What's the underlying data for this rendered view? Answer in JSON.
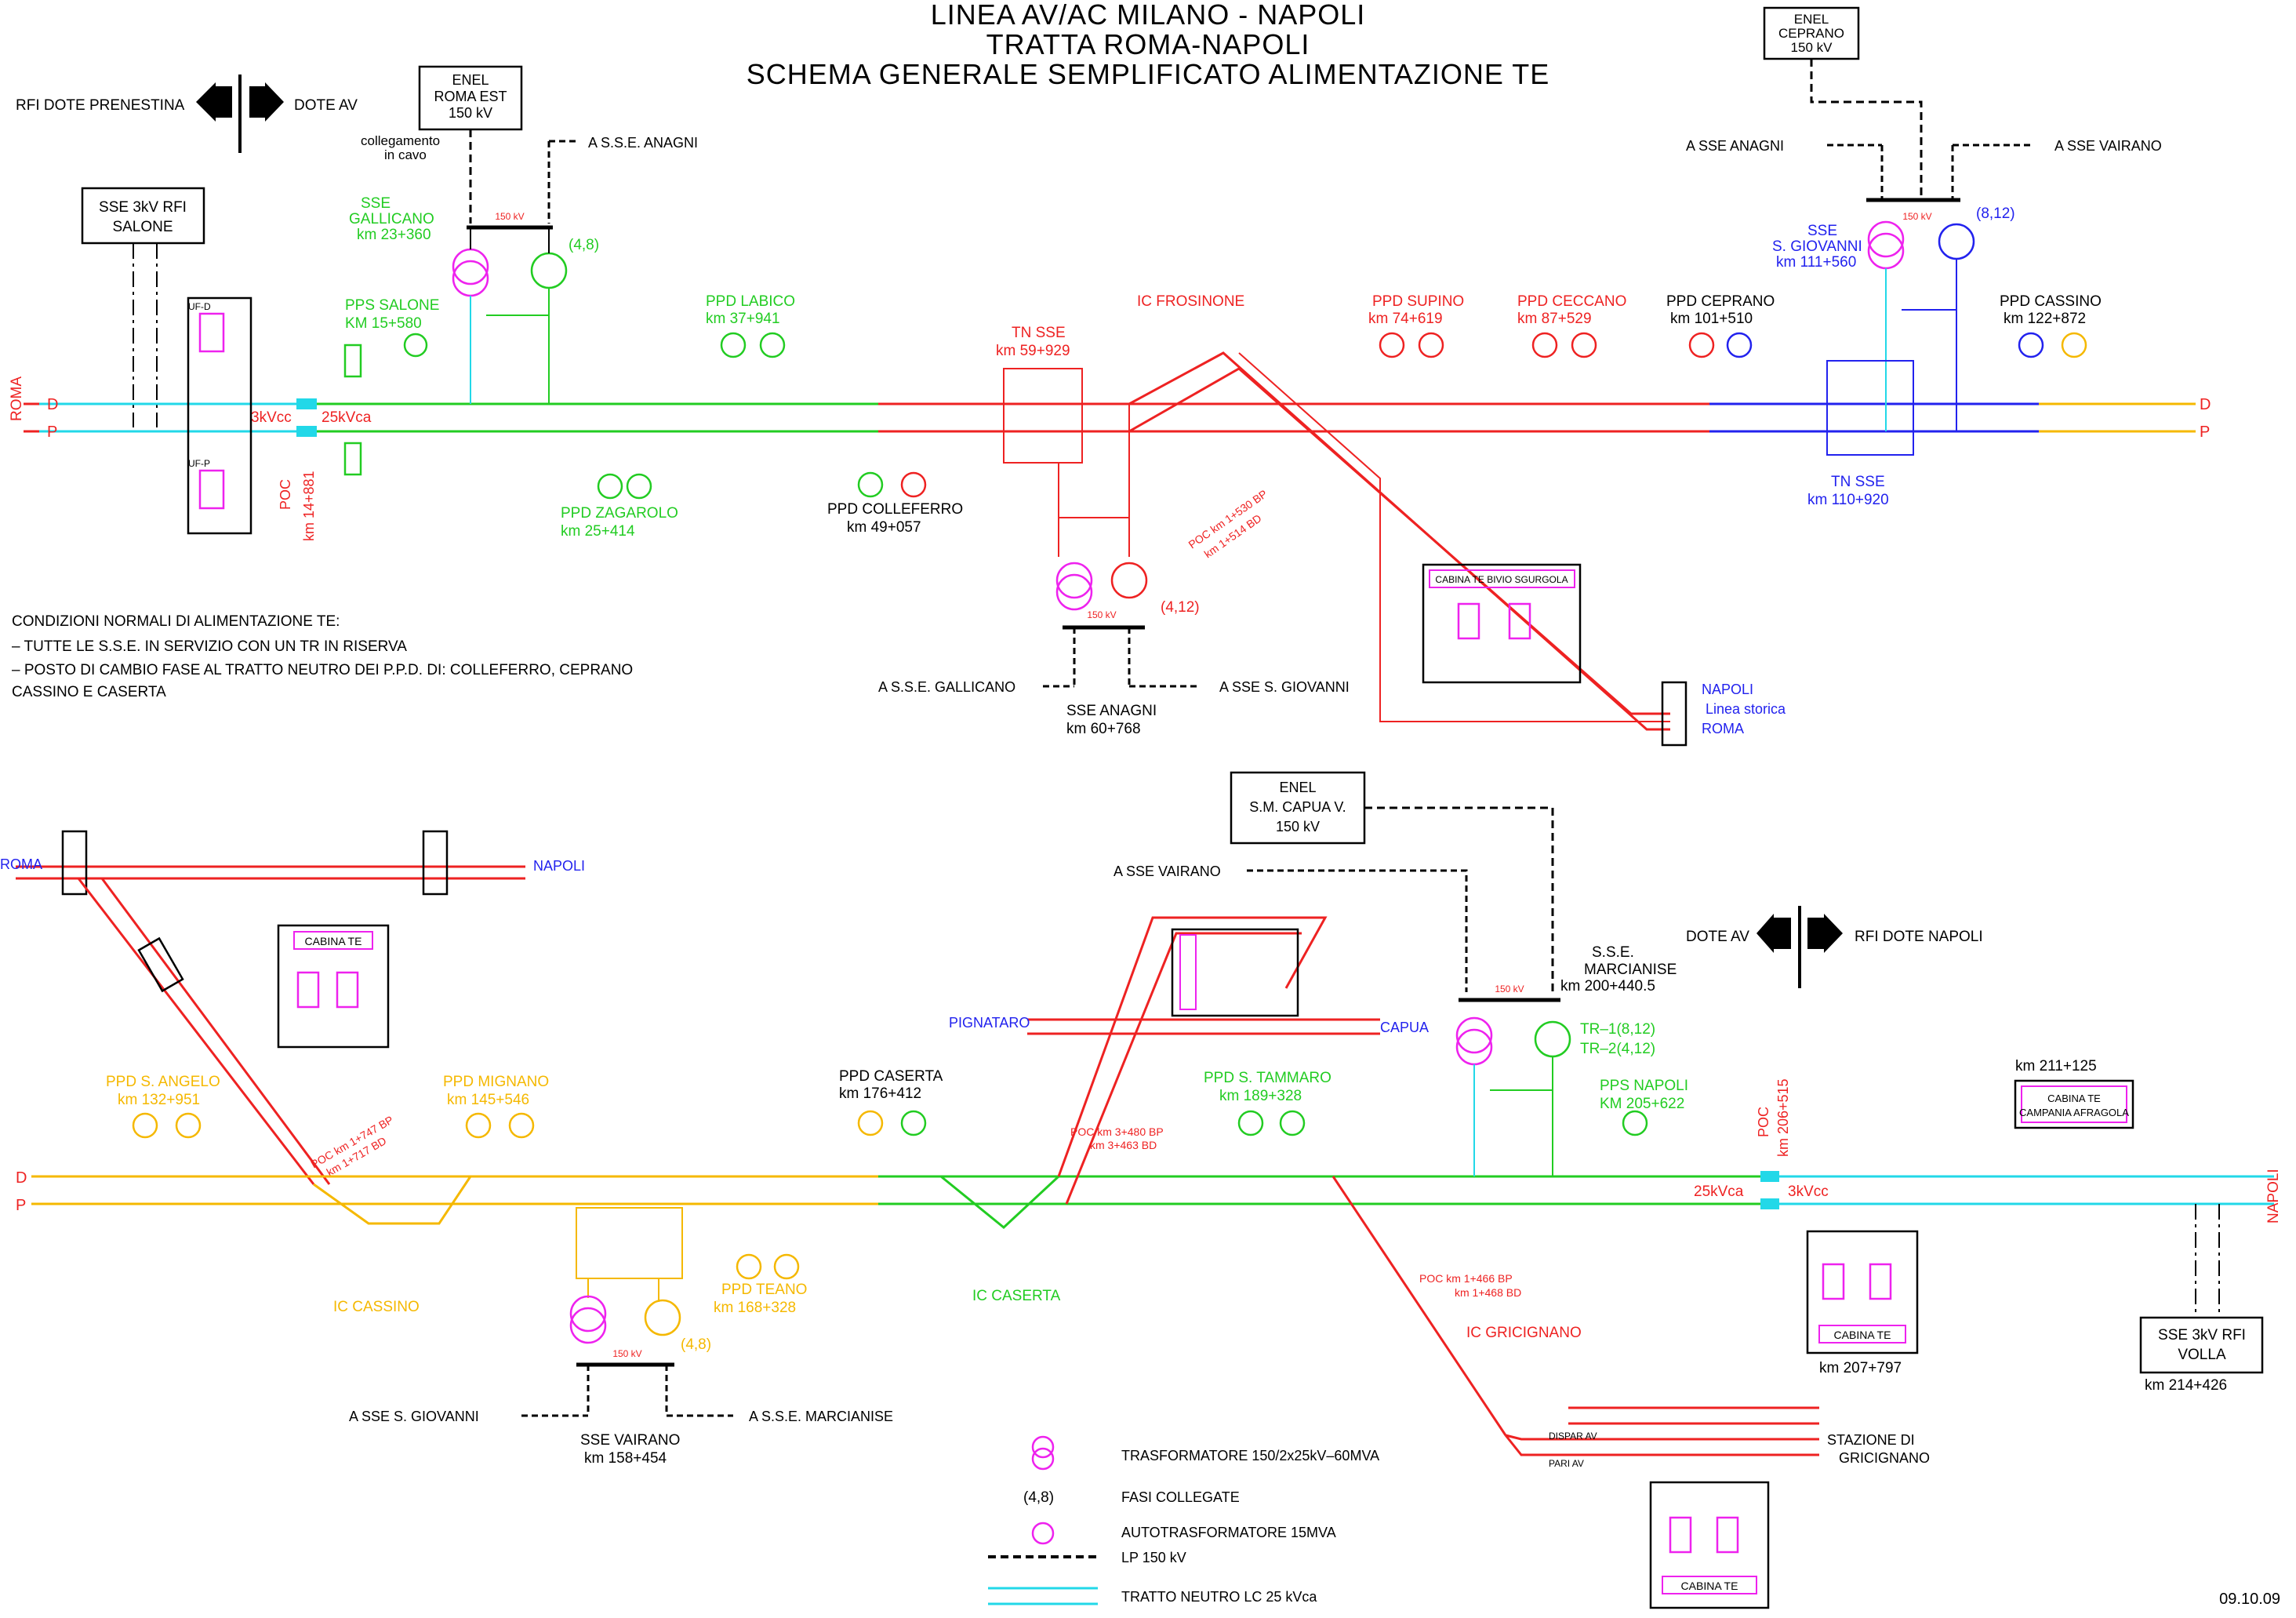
{
  "title": {
    "line1": "LINEA AV/AC MILANO - NAPOLI",
    "line2": "TRATTA ROMA-NAPOLI",
    "line3": "SCHEMA GENERALE SEMPLIFICATO ALIMENTAZIONE TE"
  },
  "date": "09.10.09",
  "colors": {
    "green": "#22cc22",
    "red": "#ee2222",
    "blue": "#2222ee",
    "cyan": "#22d8e8",
    "orange": "#f5b800",
    "magenta": "#ee22ee",
    "black": "#000000"
  },
  "direction_top": {
    "left": "RFI DOTE PRENESTINA",
    "right": "DOTE AV"
  },
  "direction_bottom": {
    "left": "DOTE AV",
    "right": "RFI DOTE NAPOLI"
  },
  "enel": {
    "roma_est": [
      "ENEL",
      "ROMA EST",
      "150 kV"
    ],
    "ceprano": [
      "ENEL",
      "CEPRANO",
      "150 kV"
    ],
    "capua": [
      "ENEL",
      "S.M. CAPUA V.",
      "150 kV"
    ]
  },
  "sse_salone": [
    "SSE 3kV RFI",
    "SALONE"
  ],
  "sse_volla": [
    "SSE 3kV RFI",
    "VOLLA"
  ],
  "volla_km": "km 214+426",
  "track_labels": {
    "d": "D",
    "p": "P",
    "roma": "ROMA",
    "napoli": "NAPOLI"
  },
  "voltages": {
    "v3kvcc": "3kVcc",
    "v25kvca": "25kVca",
    "v25kvca_b": "25kVca",
    "v3kvcc_b": "3kVcc",
    "kv150": "150 kV"
  },
  "labels_top": {
    "collegamento": [
      "collegamento",
      "in cavo"
    ],
    "a_sse_anagni_1": "A S.S.E. ANAGNI",
    "a_sse_anagni_2": "A SSE ANAGNI",
    "a_sse_vairano_1": "A SSE VAIRANO",
    "sse_gallicano": [
      "SSE",
      "GALLICANO",
      "km 23+360"
    ],
    "pps_salone": [
      "PPS SALONE",
      "KM 15+580"
    ],
    "ppd_zagarolo": [
      "PPD ZAGAROLO",
      "km 25+414"
    ],
    "ppd_labico": [
      "PPD LABICO",
      "km 37+941"
    ],
    "ppd_colleferro": [
      "PPD COLLEFERRO",
      "km 49+057"
    ],
    "tn_sse": [
      "TN SSE",
      "km 59+929"
    ],
    "ic_frosinone": "IC FROSINONE",
    "ppd_supino": [
      "PPD SUPINO",
      "km 74+619"
    ],
    "ppd_ceccano": [
      "PPD CECCANO",
      "km 87+529"
    ],
    "ppd_ceprano": [
      "PPD CEPRANO",
      "km 101+510"
    ],
    "sse_sgiovanni": [
      "SSE",
      "S. GIOVANNI",
      "km 111+560"
    ],
    "ppd_cassino": [
      "PPD CASSINO",
      "km 122+872"
    ],
    "tn_sse_2": [
      "TN SSE",
      "km 110+920"
    ],
    "poc_top": [
      "POC",
      "km 14+881"
    ],
    "poc_frosinone": [
      "POC km 1+530 BP",
      "km 1+514 BD"
    ],
    "sse_anagni": [
      "SSE ANAGNI",
      "km 60+768"
    ],
    "a_sse_gallicano": "A S.S.E. GALLICANO",
    "a_sse_sgiovanni": "A SSE S. GIOVANNI",
    "cabina_sgurgola": "CABINA TE BIVIO SGURGOLA",
    "napoli_ls": "NAPOLI",
    "linea_storica": "Linea storica",
    "roma_ls": "ROMA",
    "fasi_48": "(4,8)",
    "fasi_812": "(8,12)",
    "fasi_412": "(4,12)"
  },
  "conditions": [
    "CONDIZIONI NORMALI DI ALIMENTAZIONE TE:",
    "– TUTTE LE S.S.E. IN SERVIZIO CON UN TR IN RISERVA",
    "– POSTO DI CAMBIO FASE AL TRATTO NEUTRO DEI P.P.D. DI: COLLEFERRO, CEPRANO",
    "   CASSINO E CASERTA"
  ],
  "labels_bottom": {
    "roma": "ROMA",
    "napoli": "NAPOLI",
    "cabina_te": "CABINA TE",
    "ppd_sangelo": [
      "PPD S. ANGELO",
      "km 132+951"
    ],
    "ppd_mignano": [
      "PPD MIGNANO",
      "km 145+546"
    ],
    "ic_cassino": "IC CASSINO",
    "poc_cassino": [
      "POC km 1+747 BP",
      "km 1+717 BD"
    ],
    "ppd_teano": [
      "PPD TEANO",
      "km 168+328"
    ],
    "sse_vairano": [
      "SSE VAIRANO",
      "km 158+454"
    ],
    "a_sse_sgiovanni": "A SSE S. GIOVANNI",
    "a_sse_marcianise": "A S.S.E. MARCIANISE",
    "ppd_caserta": [
      "PPD CASERTA",
      "km 176+412"
    ],
    "ic_caserta": "IC CASERTA",
    "poc_caserta": [
      "POC km 3+480 BP",
      "km 3+463 BD"
    ],
    "pignataro": "PIGNATARO",
    "capua": "CAPUA",
    "a_sse_vairano": "A SSE VAIRANO",
    "ppd_stammaro": [
      "PPD S. TAMMARO",
      "km 189+328"
    ],
    "sse_marcianise": [
      "S.S.E.",
      "MARCIANISE",
      "km 200+440.5"
    ],
    "tr1": "TR–1(8,12)",
    "tr2": "TR–2(4,12)",
    "pps_napoli": [
      "PPS NAPOLI",
      "KM 205+622"
    ],
    "poc_napoli": [
      "POC",
      "km 206+515"
    ],
    "ic_gricignano": "IC GRICIGNANO",
    "poc_gricignano": [
      "POC km 1+466 BP",
      "km 1+468 BD"
    ],
    "cabina_afragola": [
      "km 211+125",
      "CABINA TE",
      "CAMPANIA AFRAGOLA"
    ],
    "cabina_207": "km 207+797",
    "stazione_gricignano": [
      "STAZIONE DI",
      "GRICIGNANO"
    ],
    "dispari": "DISPAR AV",
    "pari": "PARI AV",
    "fasi_48": "(4,8)"
  },
  "legend": [
    {
      "icon": "transformer-icon",
      "text": "TRASFORMATORE 150/2x25kV–60MVA"
    },
    {
      "icon": "fasi-symbol",
      "text": "FASI COLLEGATE",
      "symbol": "(4,8)"
    },
    {
      "icon": "autotransformer-icon",
      "text": "AUTOTRASFORMATORE 15MVA"
    },
    {
      "icon": "lp-line",
      "text": "LP 150 kV"
    },
    {
      "icon": "neutral-section-icon",
      "text": "TRATTO NEUTRO LC 25 kVca"
    }
  ]
}
